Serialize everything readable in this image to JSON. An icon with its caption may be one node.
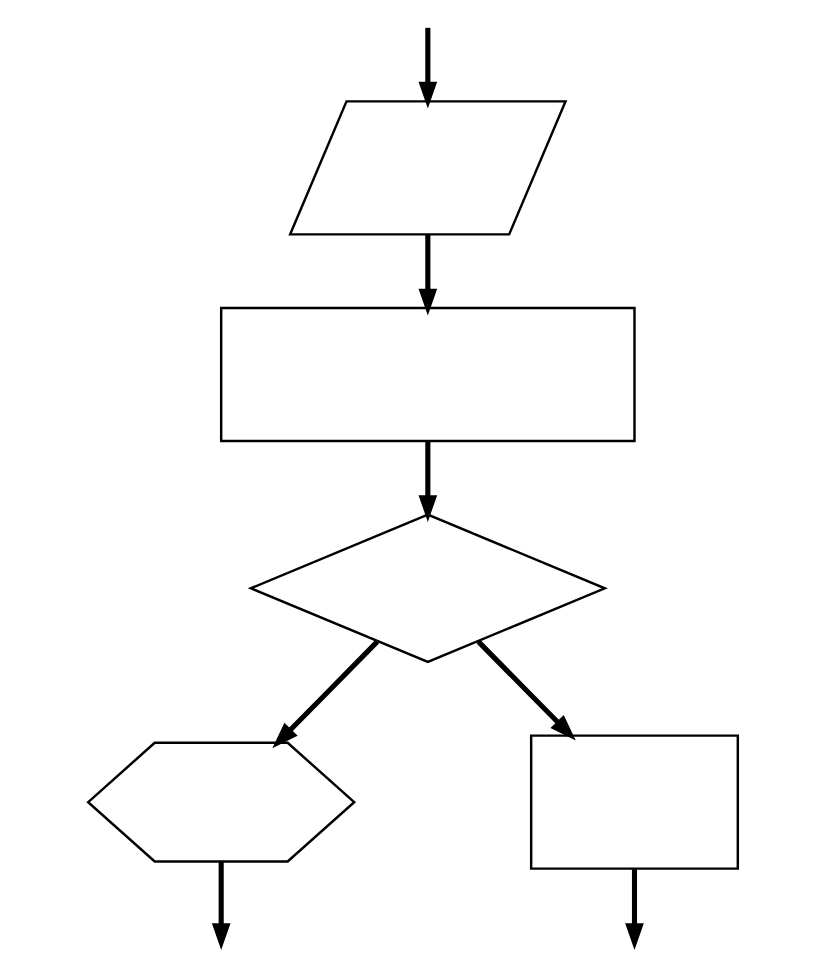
{
  "diagram": {
    "nodes": [
      {
        "text": [],
        "shape": "parallelogram"
      },
      {
        "text": [],
        "shape": "box"
      },
      {
        "text": [],
        "shape": "diamond"
      },
      {
        "text": [],
        "shape": "display"
      },
      {
        "text": [],
        "shape": "document"
      }
    ],
    "edges": [
      {
        "from": null,
        "to": 0,
        "arrow": "to"
      },
      {
        "from": 0,
        "to": 1,
        "arrow": "to"
      },
      {
        "from": 1,
        "to": 2,
        "arrow": "to"
      },
      {
        "from": 2,
        "to": 3,
        "arrow": "to"
      },
      {
        "from": 2,
        "to": 4,
        "arrow": "to"
      },
      {
        "from": 3,
        "to": null,
        "arrow": "to"
      },
      {
        "from": 4,
        "to": null,
        "arrow": "to"
      }
    ]
  }
}
